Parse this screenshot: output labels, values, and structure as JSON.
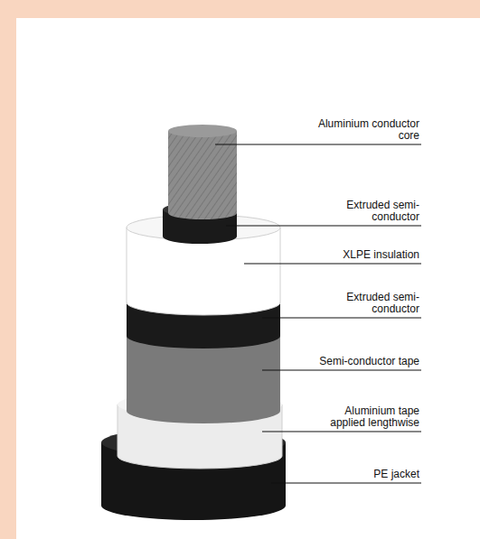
{
  "diagram": {
    "labels": [
      "Aluminium conductor core",
      "Extruded semi- conductor",
      "XLPE insulation",
      "Extruded semi- conductor",
      "Semi-conductor tape",
      "Aluminium tape applied lengthwise",
      "PE jacket"
    ]
  }
}
